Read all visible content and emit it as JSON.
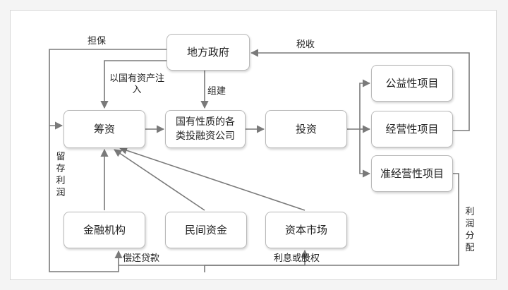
{
  "nodes": {
    "government": "地方政府",
    "financing": "筹资",
    "state_company": "国有性质的各类投融资公司",
    "investment": "投资",
    "public_project": "公益性项目",
    "operating_project": "经营性项目",
    "quasi_project": "准经营性项目",
    "financial_inst": "金融机构",
    "private_capital": "民间资金",
    "capital_market": "资本市场"
  },
  "labels": {
    "guarantee": "担保",
    "tax": "税收",
    "asset_injection": "以国有资产注入",
    "establish": "组建",
    "retained_profit": "留存利润",
    "profit_distribution": "利润分配",
    "loan_repayment": "偿还贷款",
    "interest_equity": "利息或股权"
  },
  "colors": {
    "line": "#7a7a7a",
    "box_border": "#b9b9b9"
  }
}
